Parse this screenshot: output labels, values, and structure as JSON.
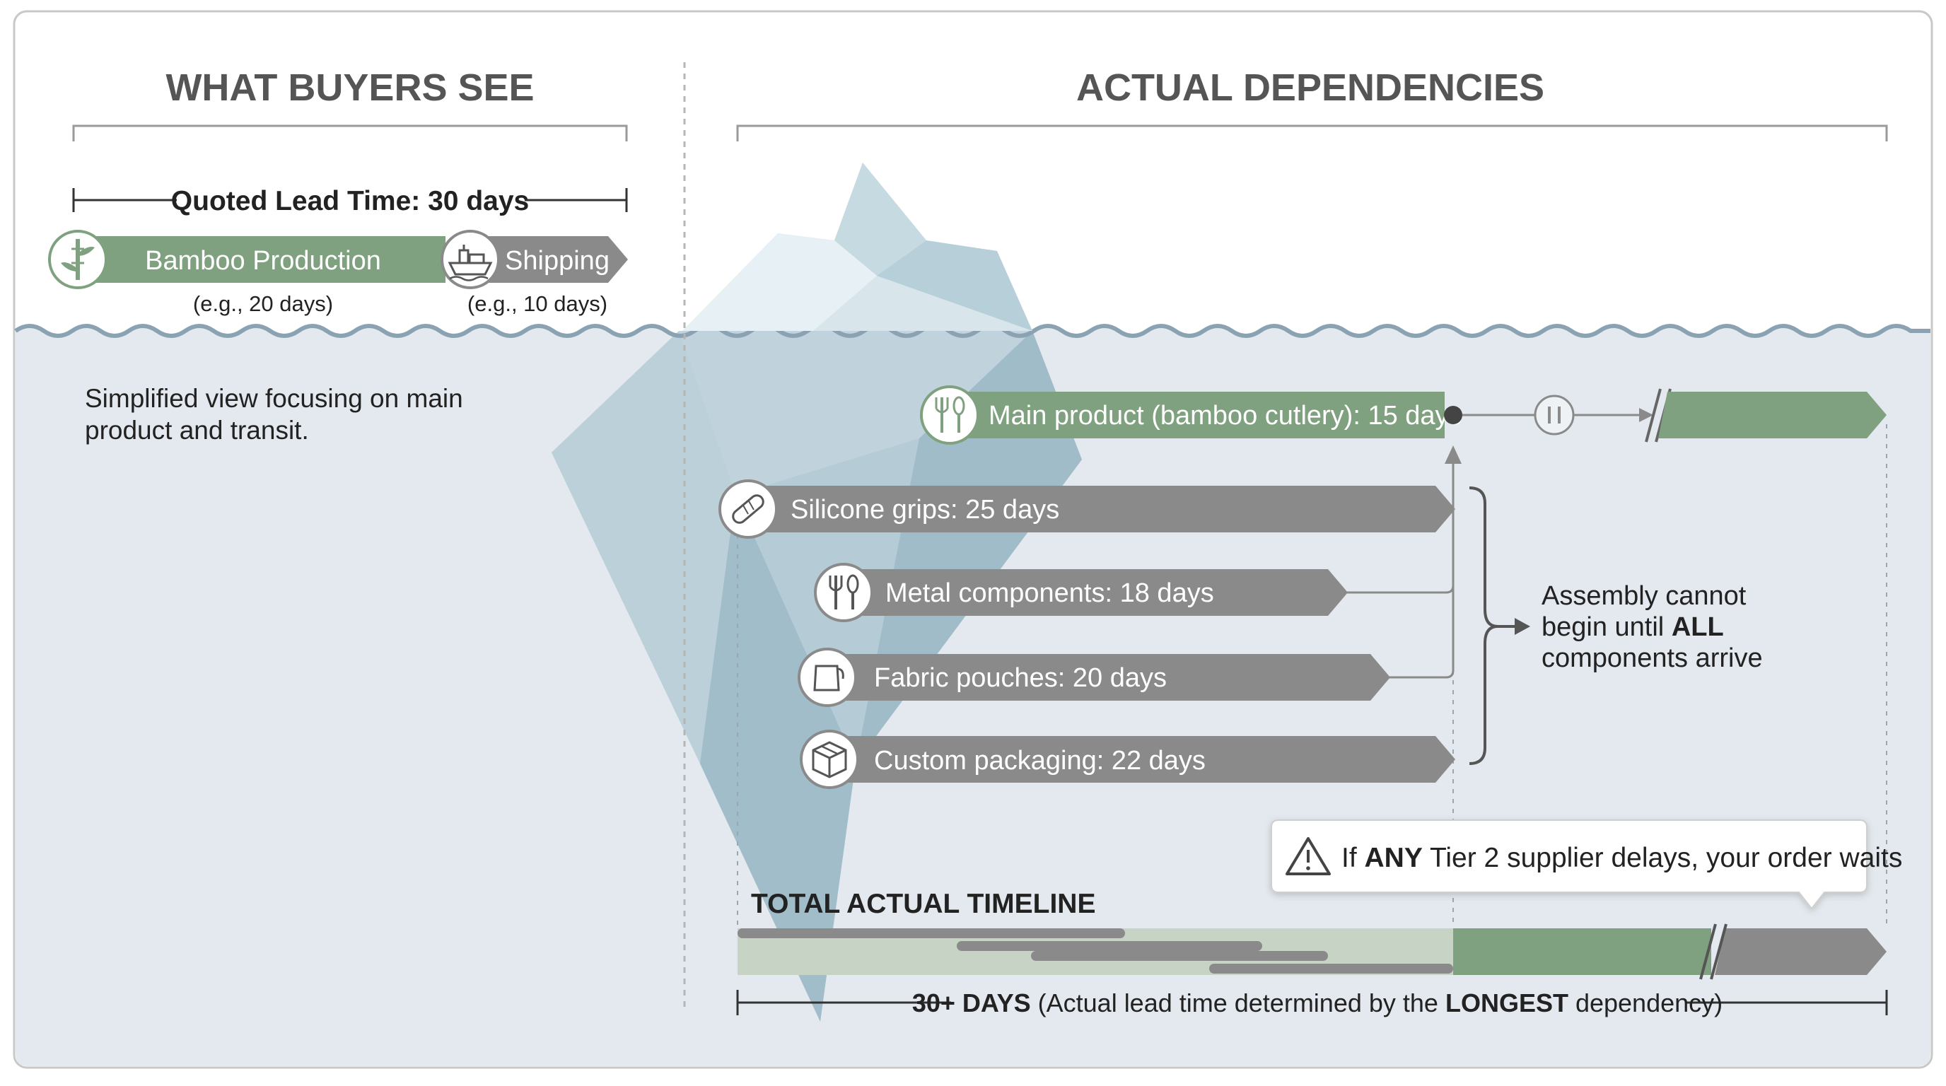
{
  "left_panel": {
    "heading": "WHAT BUYERS SEE",
    "quoted_lead_time": "Quoted Lead Time: 30 days",
    "bars": [
      {
        "label": "Bamboo Production",
        "note": "(e.g., 20 days)",
        "icon": "bamboo-icon"
      },
      {
        "label": "Shipping",
        "note": "(e.g., 10 days)",
        "icon": "ship-icon"
      }
    ],
    "description_lines": [
      "Simplified view focusing on main",
      "product and transit."
    ]
  },
  "right_panel": {
    "heading": "ACTUAL DEPENDENCIES",
    "main_product": {
      "label": "Main product (bamboo cutlery): 15 days",
      "icon": "cutlery-icon"
    },
    "components": [
      {
        "label": "Silicone grips: 25 days",
        "icon": "silicone-grip-icon"
      },
      {
        "label": "Metal components: 18 days",
        "icon": "metal-cutlery-icon"
      },
      {
        "label": "Fabric pouches: 20 days",
        "icon": "pouch-icon"
      },
      {
        "label": "Custom packaging: 22 days",
        "icon": "package-box-icon"
      }
    ],
    "assembly_note": {
      "line1": "Assembly cannot",
      "line2_pre": "begin until ",
      "line2_bold": "ALL",
      "line3": "components arrive"
    },
    "warning": {
      "pre": "If ",
      "bold": "ANY",
      "post": " Tier 2 supplier delays, your order waits",
      "icon": "warning-icon"
    },
    "timeline_label": "TOTAL ACTUAL TIMELINE",
    "total": {
      "bold1": "30+ DAYS",
      "text1": " (Actual lead time determined by the ",
      "bold2": "LONGEST",
      "text2": " dependency)"
    }
  },
  "colors": {
    "green": "#7fa17f",
    "gray": "#8a8a8a",
    "water": "#e3e9ee",
    "wave": "#8aa2b2",
    "text": "#2e2e2e",
    "heading": "#555555"
  }
}
